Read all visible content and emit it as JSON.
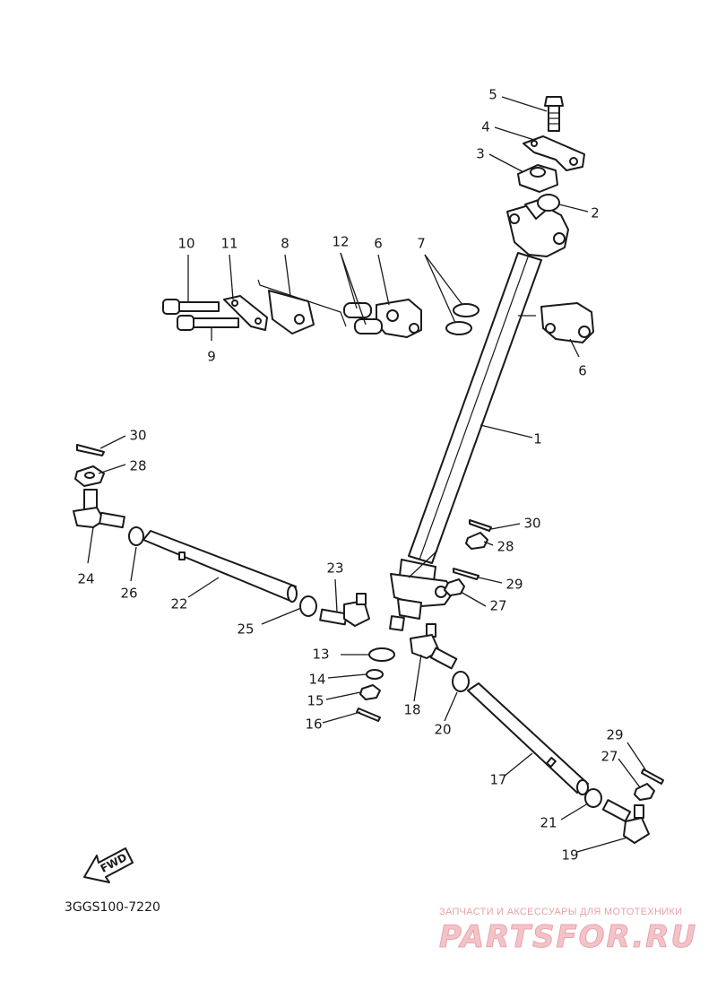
{
  "diagram": {
    "drawing_code": "3GGS100-7220",
    "fwd_label": "FWD",
    "callouts": {
      "c1": "1",
      "c2": "2",
      "c3": "3",
      "c4": "4",
      "c5": "5",
      "c6a": "6",
      "c6b": "6",
      "c7": "7",
      "c8": "8",
      "c9": "9",
      "c10": "10",
      "c11": "11",
      "c12": "12",
      "c13": "13",
      "c14": "14",
      "c15": "15",
      "c16": "16",
      "c17": "17",
      "c18": "18",
      "c19": "19",
      "c20": "20",
      "c21": "21",
      "c22": "22",
      "c23": "23",
      "c24": "24",
      "c25": "25",
      "c26": "26",
      "c27a": "27",
      "c27b": "27",
      "c28a": "28",
      "c28b": "28",
      "c29a": "29",
      "c29b": "29",
      "c30a": "30",
      "c30b": "30"
    }
  },
  "watermark": {
    "tagline": "ЗАПЧАСТИ И АКСЕССУАРЫ ДЛЯ МОТОТЕХНИКИ",
    "brand": "PARTSFOR.RU"
  },
  "colors": {
    "line": "#1a1a1a",
    "watermark": "#e9a3aa"
  }
}
